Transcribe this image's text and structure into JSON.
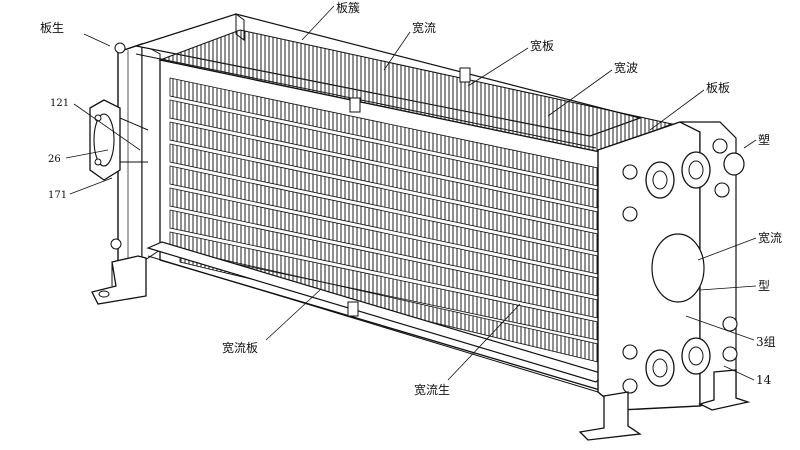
{
  "labels": {
    "top_left": "板生",
    "plate_top": "板簇",
    "channel_top": "宽流",
    "wide_plate": "宽板",
    "wide_wave": "宽波",
    "plate_plate": "板板",
    "cap_right": "塑",
    "flow_right": "宽流",
    "circle_right": "型",
    "bottom_right_3": "3组",
    "bottom_right_14": "14",
    "bottom_center": "宽流板",
    "bottom_center2": "宽流生",
    "num_121": "121",
    "num_26": "26",
    "num_171": "171"
  }
}
